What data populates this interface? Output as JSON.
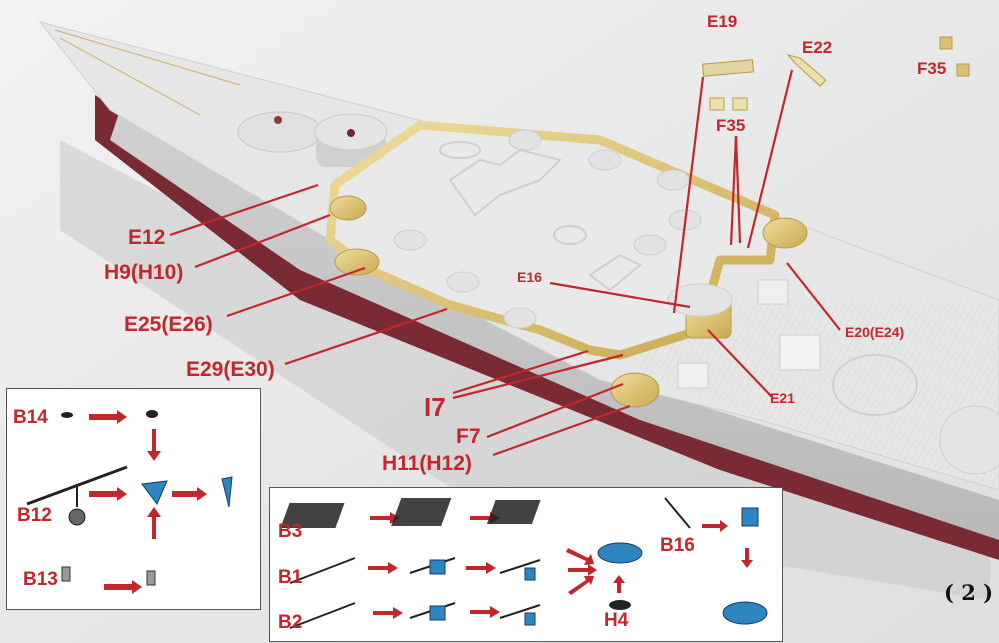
{
  "page": {
    "number_label": "( 2 )"
  },
  "colors": {
    "callout_red": "#c1272d",
    "deck_gray": "#dcdcdc",
    "brass": "#d9c178",
    "hull_red": "#7a2a33",
    "part_blue": "#2e86c1"
  },
  "callouts": {
    "E19": "E19",
    "E22": "E22",
    "F35_top": "F35",
    "F35_mid": "F35",
    "E12": "E12",
    "H9": "H9(H10)",
    "E25": "E25(E26)",
    "E29": "E29(E30)",
    "E16": "E16",
    "E20": "E20(E24)",
    "E21": "E21",
    "I7": "I7",
    "F7": "F7",
    "H11": "H11(H12)"
  },
  "inset_left": {
    "labels": {
      "B14": "B14",
      "B12": "B12",
      "B13": "B13"
    }
  },
  "inset_bottom": {
    "labels": {
      "B3": "B3",
      "B1": "B1",
      "B2": "B2",
      "H4": "H4",
      "B16": "B16"
    }
  }
}
